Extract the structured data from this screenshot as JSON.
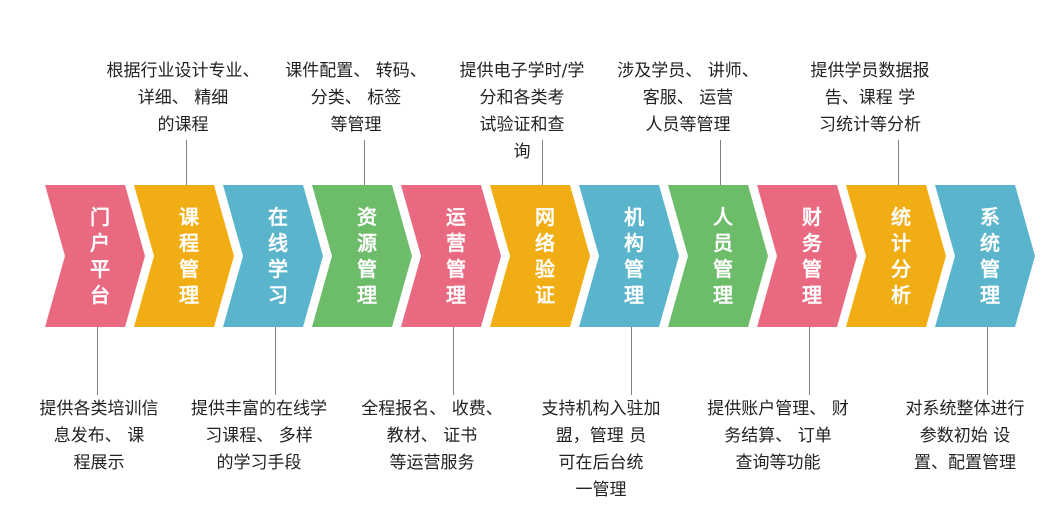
{
  "steps": [
    {
      "label": "门户平台",
      "color": "#e96a80",
      "desc": "提供各类培训信\n息发布、 课\n程展示",
      "pos": "bottom"
    },
    {
      "label": "课程管理",
      "color": "#f1ad14",
      "desc": "根据行业设计专业、\n详细、 精细\n的课程",
      "pos": "top"
    },
    {
      "label": "在线学习",
      "color": "#5ab4cc",
      "desc": "提供丰富的在线学\n习课程、 多样\n的学习手段",
      "pos": "bottom"
    },
    {
      "label": "资源管理",
      "color": "#6dbc6a",
      "desc": "课件配置、 转码、\n分类、 标签\n等管理",
      "pos": "top"
    },
    {
      "label": "运营管理",
      "color": "#e96a80",
      "desc": "全程报名、 收费、\n教材、 证书\n等运营服务",
      "pos": "bottom"
    },
    {
      "label": "网络验证",
      "color": "#f1ad14",
      "desc": "提供电子学时/学\n分和各类考\n试验证和查\n询",
      "pos": "top"
    },
    {
      "label": "机构管理",
      "color": "#5ab4cc",
      "desc": "支持机构入驻加\n盟，管理 员\n可在后台统\n一管理",
      "pos": "bottom"
    },
    {
      "label": "人员管理",
      "color": "#6dbc6a",
      "desc": "涉及学员、 讲师、\n客服、 运营\n人员等管理",
      "pos": "top"
    },
    {
      "label": "财务管理",
      "color": "#e96a80",
      "desc": "提供账户管理、 财\n务结算、 订单\n查询等功能",
      "pos": "bottom"
    },
    {
      "label": "统计分析",
      "color": "#f1ad14",
      "desc": "提供学员数据报\n告、课程 学\n习统计等分析",
      "pos": "top"
    },
    {
      "label": "系统管理",
      "color": "#5ab4cc",
      "desc": "对系统整体进行\n参数初始 设\n置、配置管理",
      "pos": "bottom"
    }
  ]
}
